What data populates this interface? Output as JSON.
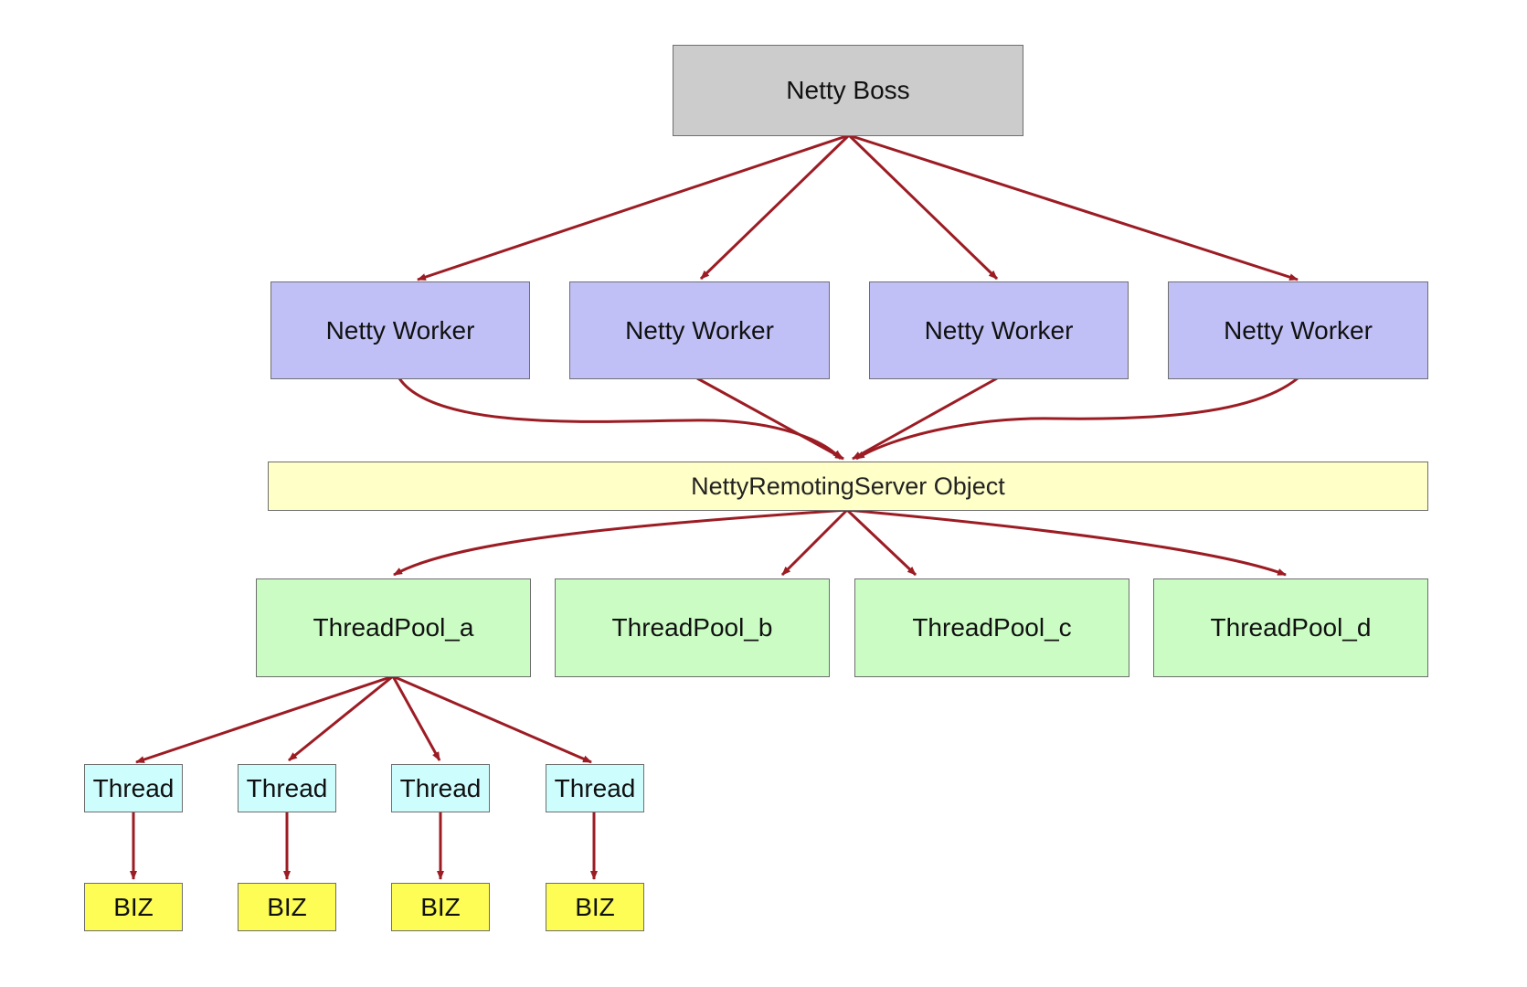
{
  "colors": {
    "edge": "#9c1c24",
    "boss": "#cccccc",
    "worker": "#c0c0f7",
    "server": "#ffffc8",
    "pool": "#cbfcc4",
    "thread": "#cdfdfd",
    "biz": "#fdfd55"
  },
  "boss": {
    "label": "Netty Boss"
  },
  "workers": [
    {
      "label": "Netty Worker"
    },
    {
      "label": "Netty Worker"
    },
    {
      "label": "Netty Worker"
    },
    {
      "label": "Netty Worker"
    }
  ],
  "server": {
    "label": "NettyRemotingServer Object"
  },
  "pools": [
    {
      "label": "ThreadPool_a"
    },
    {
      "label": "ThreadPool_b"
    },
    {
      "label": "ThreadPool_c"
    },
    {
      "label": "ThreadPool_d"
    }
  ],
  "threads": [
    {
      "label": "Thread"
    },
    {
      "label": "Thread"
    },
    {
      "label": "Thread"
    },
    {
      "label": "Thread"
    }
  ],
  "biz": [
    {
      "label": "BIZ"
    },
    {
      "label": "BIZ"
    },
    {
      "label": "BIZ"
    },
    {
      "label": "BIZ"
    }
  ],
  "edges": [
    [
      "boss",
      "worker-1"
    ],
    [
      "boss",
      "worker-2"
    ],
    [
      "boss",
      "worker-3"
    ],
    [
      "boss",
      "worker-4"
    ],
    [
      "worker-1",
      "server"
    ],
    [
      "worker-2",
      "server"
    ],
    [
      "worker-3",
      "server"
    ],
    [
      "worker-4",
      "server"
    ],
    [
      "server",
      "pool-a"
    ],
    [
      "server",
      "pool-b"
    ],
    [
      "server",
      "pool-c"
    ],
    [
      "server",
      "pool-d"
    ],
    [
      "pool-a",
      "thread-1"
    ],
    [
      "pool-a",
      "thread-2"
    ],
    [
      "pool-a",
      "thread-3"
    ],
    [
      "pool-a",
      "thread-4"
    ],
    [
      "thread-1",
      "biz-1"
    ],
    [
      "thread-2",
      "biz-2"
    ],
    [
      "thread-3",
      "biz-3"
    ],
    [
      "thread-4",
      "biz-4"
    ]
  ]
}
